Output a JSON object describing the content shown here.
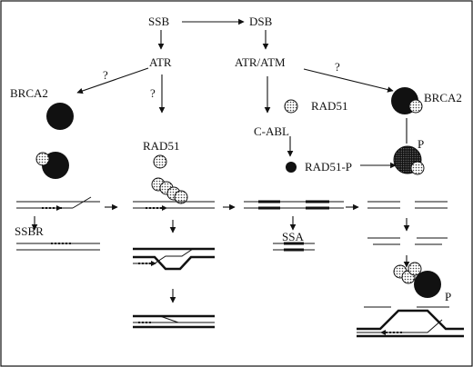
{
  "labels": {
    "ssb": "SSB",
    "dsb": "DSB",
    "atr": "ATR",
    "atr_atm": "ATR/ATM",
    "q1": "?",
    "q2": "?",
    "q3": "?",
    "brca2_left": "BRCA2",
    "brca2_right": "BRCA2",
    "rad51_mid": "RAD51",
    "rad51_right": "RAD51",
    "c_abl": "C-ABL",
    "rad51_p": "RAD51-P",
    "p1": "P",
    "p2": "P",
    "ssbr": "SSBR",
    "ssa": "SSA"
  }
}
